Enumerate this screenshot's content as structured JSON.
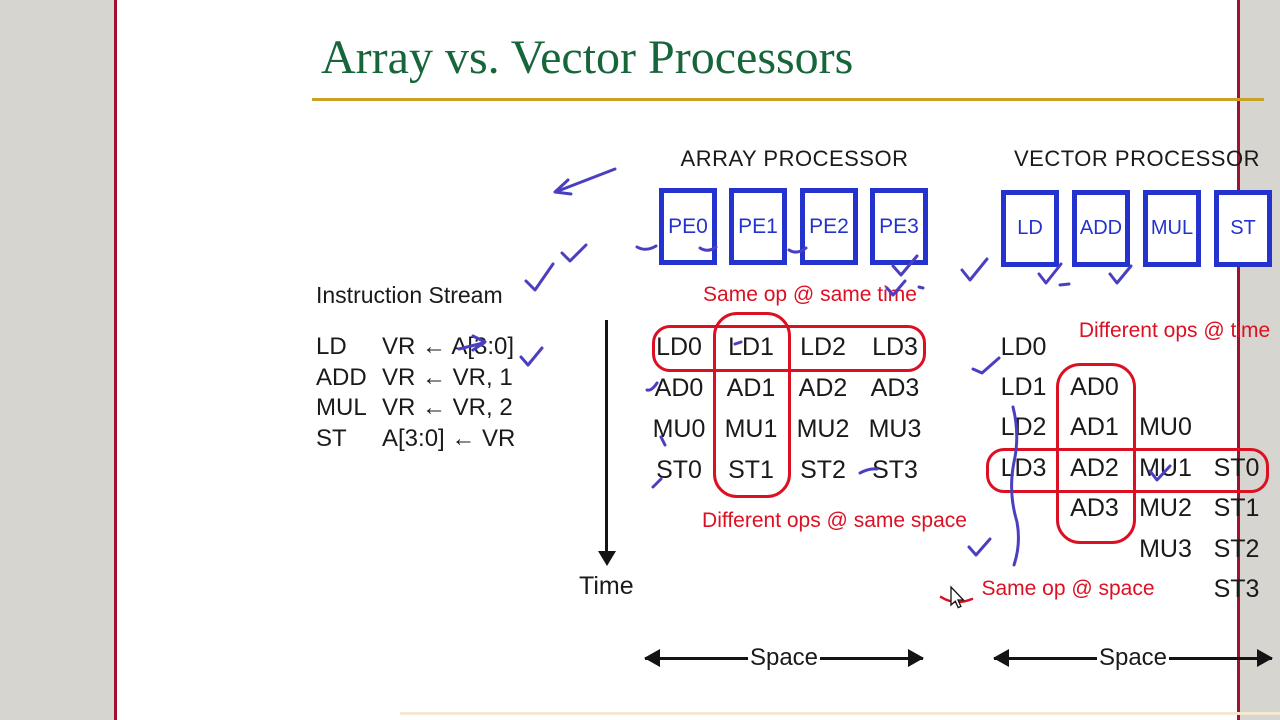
{
  "slide": {
    "title": "Array vs. Vector Processors",
    "instruction_stream": {
      "title": "Instruction Stream",
      "instructions": [
        {
          "op": "LD",
          "operands": "VR ← A[3:0]"
        },
        {
          "op": "ADD",
          "operands": "VR ← VR, 1"
        },
        {
          "op": "MUL",
          "operands": "VR ← VR, 2"
        },
        {
          "op": "ST",
          "operands": "A[3:0] ← VR"
        }
      ]
    },
    "time_label": "Time",
    "array": {
      "header": "ARRAY PROCESSOR",
      "pes": [
        "PE0",
        "PE1",
        "PE2",
        "PE3"
      ],
      "note_top": "Same op @ same time",
      "note_bottom": "Different ops @ same space",
      "space_label": "Space",
      "grid": [
        [
          "LD0",
          "LD1",
          "LD2",
          "LD3"
        ],
        [
          "AD0",
          "AD1",
          "AD2",
          "AD3"
        ],
        [
          "MU0",
          "MU1",
          "MU2",
          "MU3"
        ],
        [
          "ST0",
          "ST1",
          "ST2",
          "ST3"
        ]
      ]
    },
    "vector": {
      "header": "VECTOR PROCESSOR",
      "units": [
        "LD",
        "ADD",
        "MUL",
        "ST"
      ],
      "note_top": "Different ops @ time",
      "note_bottom": "Same op @ space",
      "space_label": "Space",
      "grid": [
        [
          "LD0",
          "",
          "",
          ""
        ],
        [
          "LD1",
          "AD0",
          "",
          ""
        ],
        [
          "LD2",
          "AD1",
          "MU0",
          ""
        ],
        [
          "LD3",
          "AD2",
          "MU1",
          "ST0"
        ],
        [
          "",
          "AD3",
          "MU2",
          "ST1"
        ],
        [
          "",
          "",
          "MU3",
          "ST2"
        ],
        [
          "",
          "",
          "",
          "ST3"
        ]
      ]
    },
    "colors": {
      "title_green": "#17663B",
      "gold_rule": "#C9A227",
      "box_blue": "#2433CD",
      "annotation_red": "#DC1023",
      "ink_blue": "#4A3FC1",
      "frame_maroon": "#A01030",
      "margin_gray": "#D7D5D0"
    }
  }
}
